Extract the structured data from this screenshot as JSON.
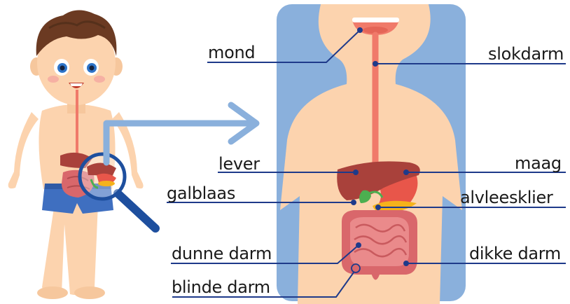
{
  "labels": {
    "mond": "mond",
    "slokdarm": "slokdarm",
    "lever": "lever",
    "maag": "maag",
    "galblaas": "galblaas",
    "alvleesklier": "alvleesklier",
    "dunne_darm": "dunne darm",
    "dikke_darm": "dikke darm",
    "blinde_darm": "blinde darm"
  },
  "colors": {
    "line": "#1e3a8a",
    "panel": "#8ab0dc",
    "skin": "#fcd3ae",
    "esophagus": "#f07a6a",
    "liver": "#a9413b",
    "stomach": "#e8564a",
    "gallbladder": "#4caf50",
    "pancreas": "#f5b21b",
    "intestine": "#d9676b",
    "hair": "#6b3a22",
    "shorts": "#3f6fc0",
    "magnifier": "#1e4f9e"
  }
}
